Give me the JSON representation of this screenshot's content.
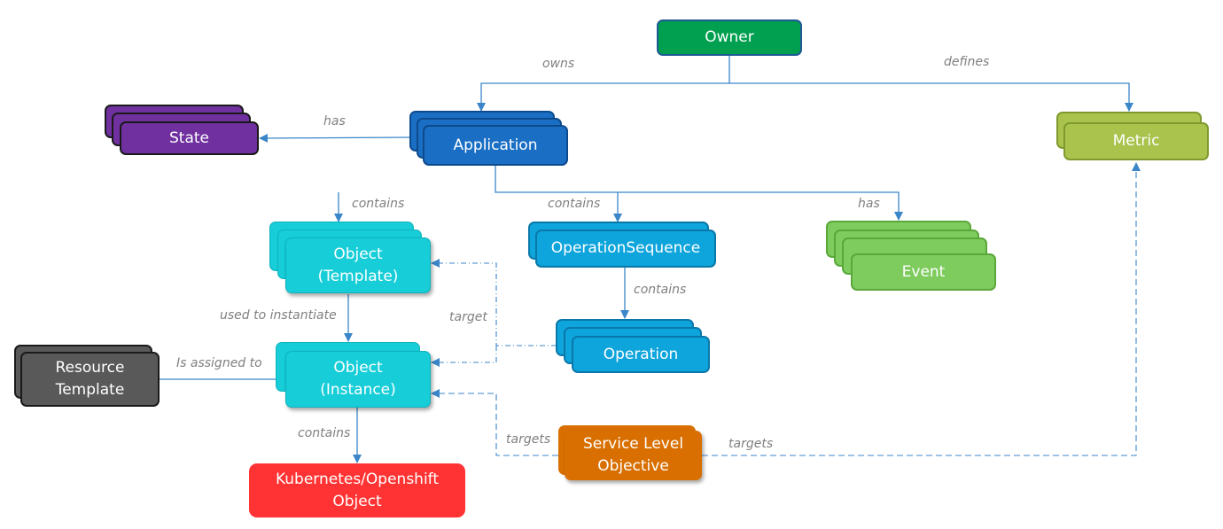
{
  "colors": {
    "owner": "#00a050",
    "application": "#1a6fc4",
    "state": "#7030a0",
    "metric": "#a9c34d",
    "object": "#16cdd8",
    "operation": "#0ea4dc",
    "event": "#7ecb5e",
    "resource": "#595959",
    "slo": "#d86f00",
    "kubernetes": "#ff3333",
    "connector": "#3b86c9"
  },
  "nodes": {
    "owner": "Owner",
    "application": "Application",
    "state": "State",
    "metric": "Metric",
    "object_template": [
      "Object",
      "(Template)"
    ],
    "object_instance": [
      "Object",
      "(Instance)"
    ],
    "operation_sequence": "OperationSequence",
    "operation": "Operation",
    "event": "Event",
    "resource_template": [
      "Resource",
      "Template"
    ],
    "service_level_objective": [
      "Service Level",
      "Objective"
    ],
    "kubernetes_object": [
      "Kubernetes/Openshift",
      "Object"
    ]
  },
  "edges": {
    "owns": "owns",
    "defines": "defines",
    "has_state": "has",
    "contains_object": "contains",
    "contains_opseq": "contains",
    "has_event": "has",
    "contains_operation": "contains",
    "used_to_instantiate": "used to instantiate",
    "target": "target",
    "is_assigned_to": "Is assigned to",
    "contains_kubernetes": "contains",
    "targets_instance": "targets",
    "targets_metric": "targets"
  }
}
